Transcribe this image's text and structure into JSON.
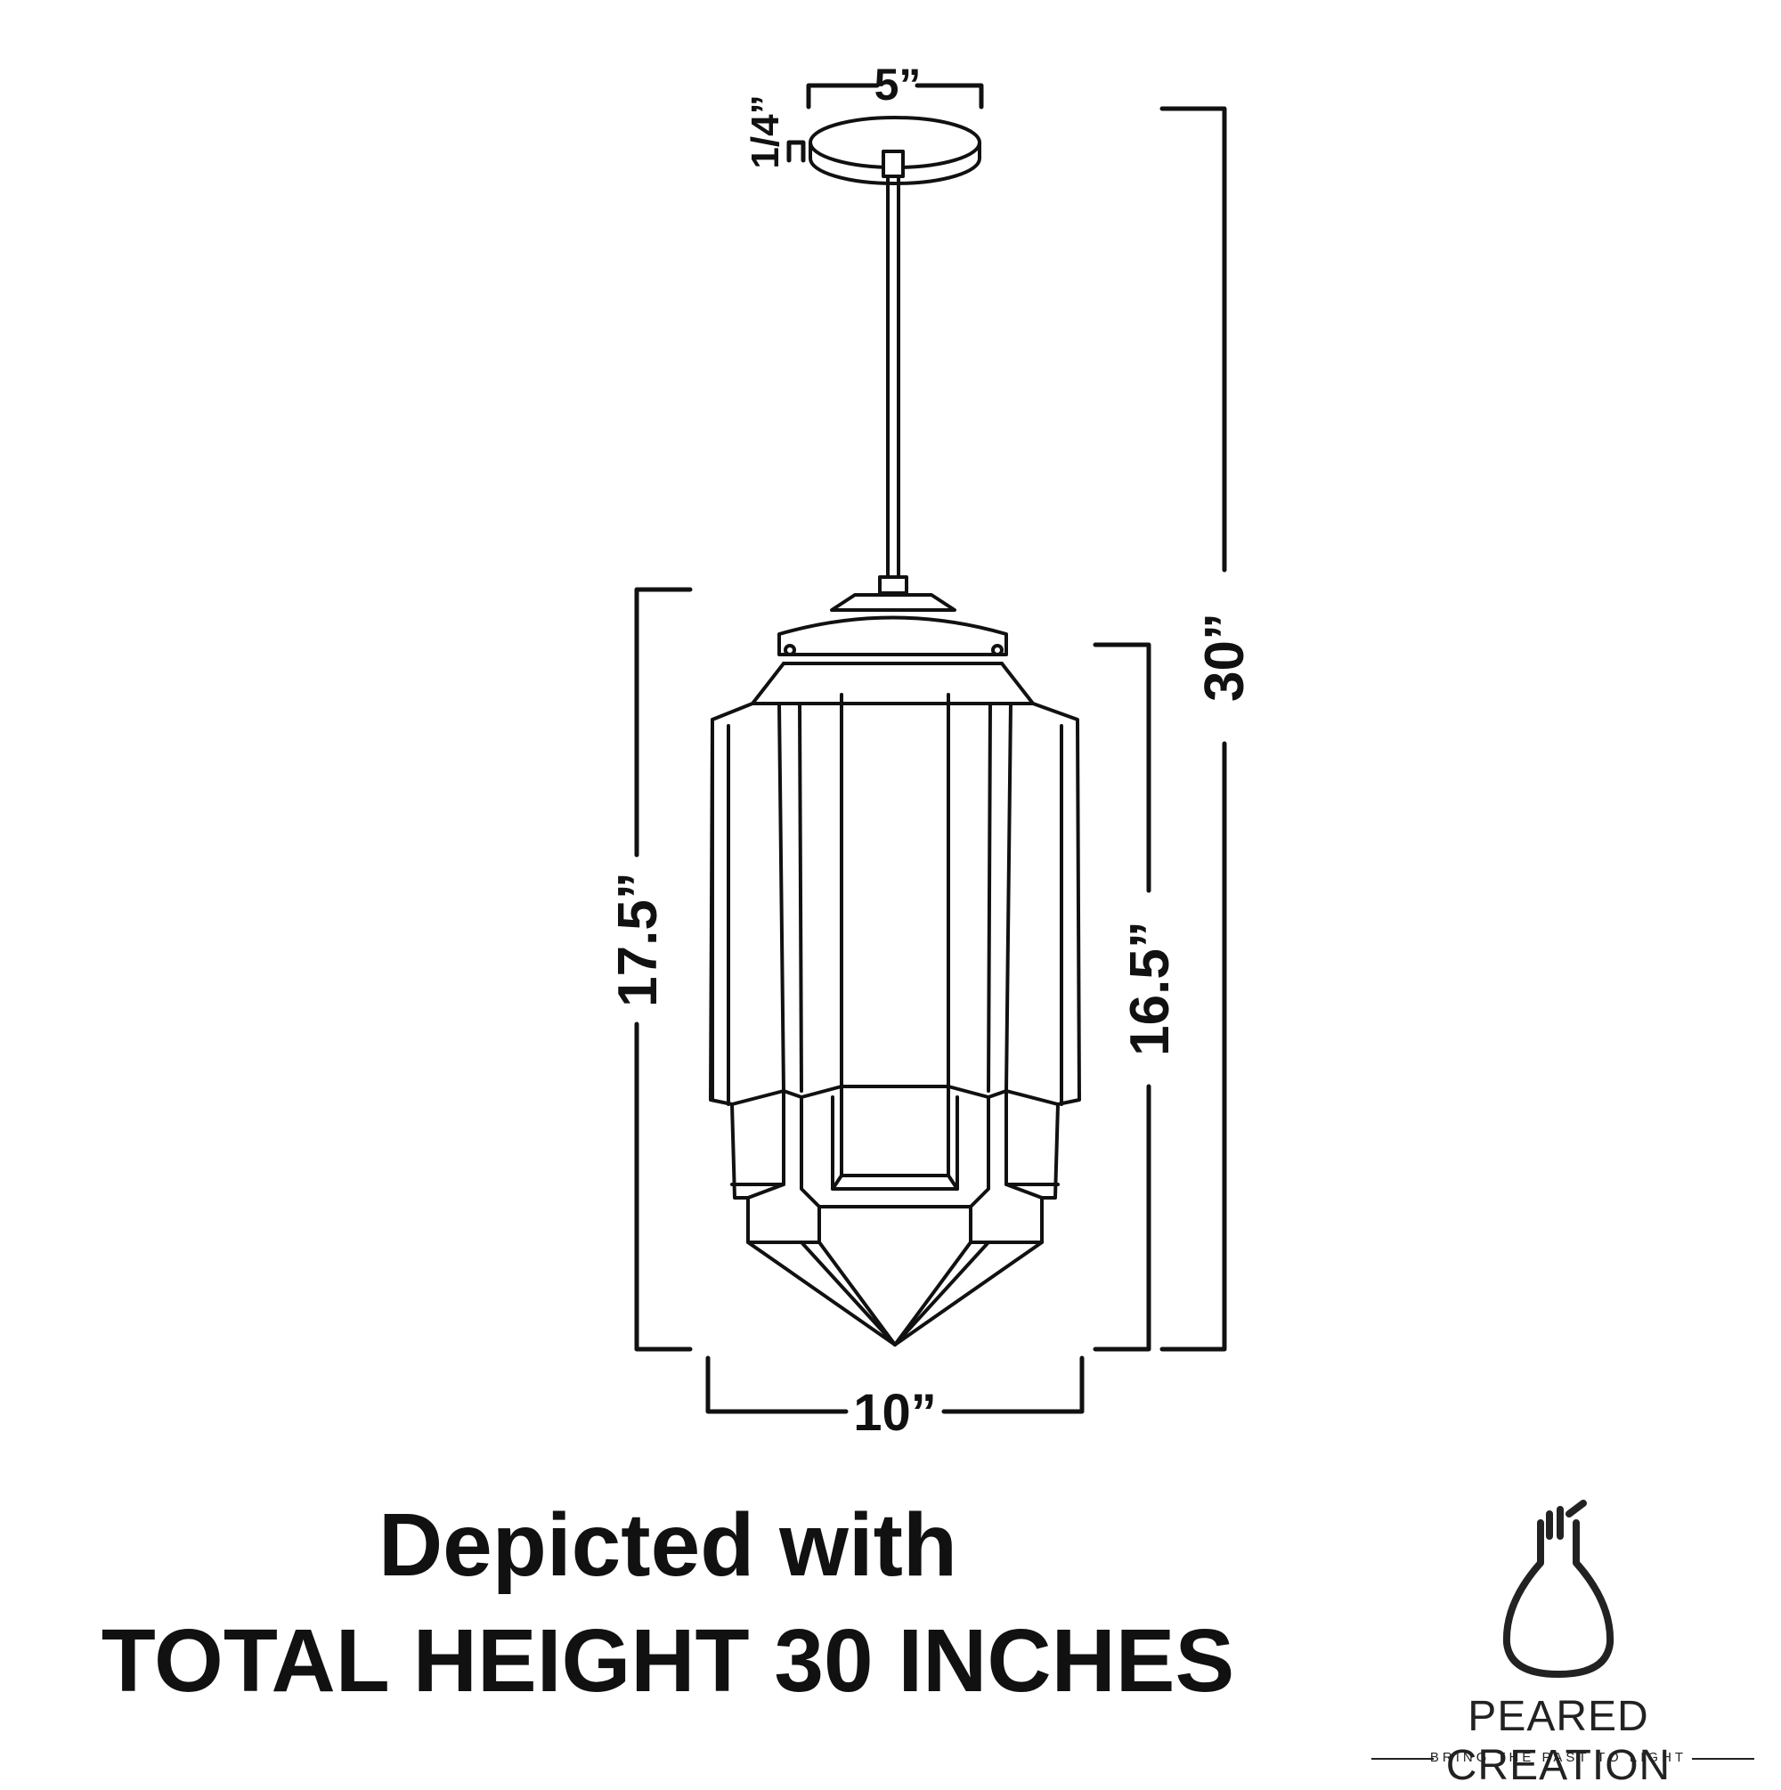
{
  "dimensions": {
    "canopy_width": "5”",
    "canopy_thickness": "1/4”",
    "total_height": "30”",
    "shade_height": "17.5”",
    "glass_height": "16.5”",
    "shade_width": "10”"
  },
  "caption": {
    "line1": "Depicted with",
    "line2": "TOTAL HEIGHT 30 INCHES"
  },
  "brand": {
    "name": "PEARED CREATION",
    "tagline": "BRING THE PAST TO LIGHT",
    "logo_icon": "lightbulb-logo-icon"
  },
  "colors": {
    "line": "#111111",
    "background": "#ffffff"
  }
}
